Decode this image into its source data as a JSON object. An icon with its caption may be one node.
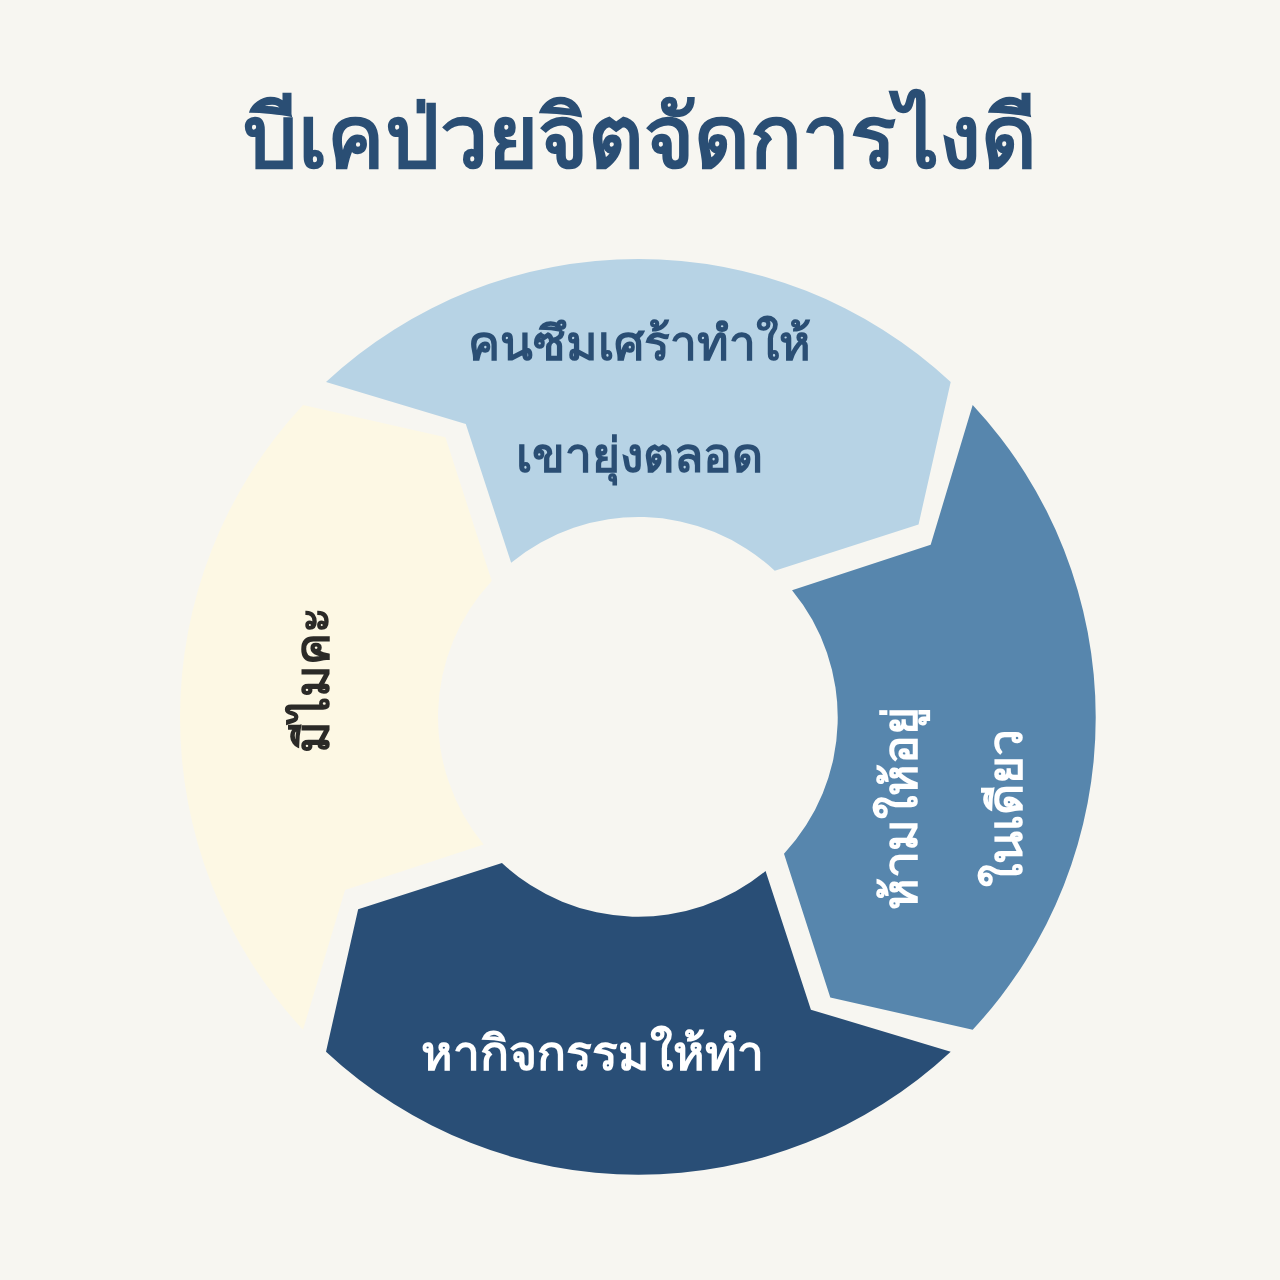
{
  "diagram": {
    "title": "บีเคป่วยจิตจัดการไงดี",
    "nodes": [
      {
        "text": [
          "คนซึมเศร้าทำให้เขายุ่งตลอด"
        ]
      },
      {
        "text": [
          "ห้ามให้อยู่ในเดียว"
        ]
      },
      {
        "text": [
          "หากิจกรรมให้ทำ"
        ]
      },
      {
        "text": [
          "มีไมคะ"
        ]
      }
    ]
  }
}
